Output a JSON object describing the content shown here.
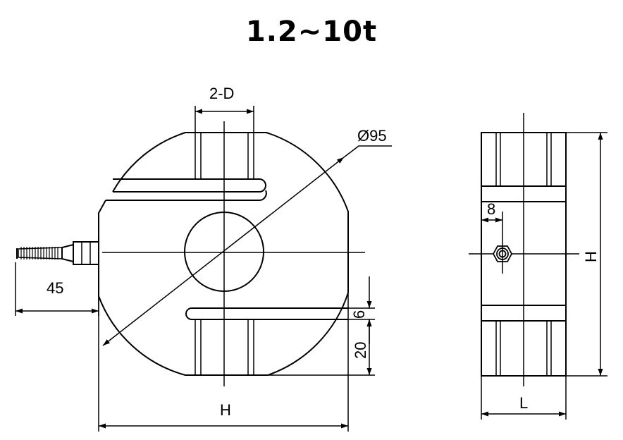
{
  "title": "1.2~10t",
  "labels": {
    "hole_spec": "2-D",
    "diameter": "Ø95",
    "cable_length": "45",
    "height_front": "H",
    "slot_gap": "6",
    "slot_depth": "20",
    "fitting_offset": "8",
    "height_side": "H",
    "width_side": "L"
  },
  "colors": {
    "line": "#000000",
    "background": "#ffffff"
  }
}
